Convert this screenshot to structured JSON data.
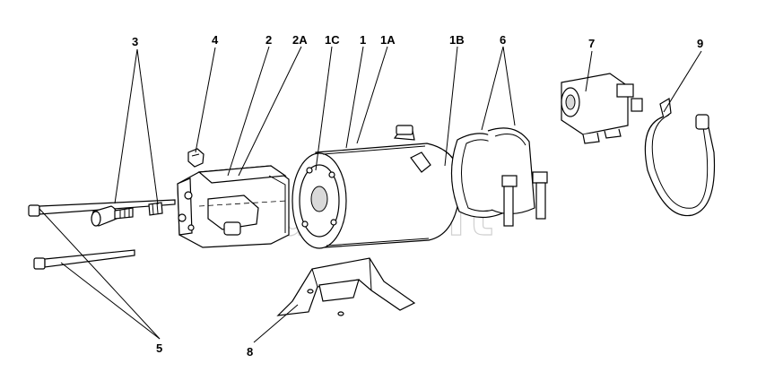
{
  "diagram": {
    "watermark": "AutoSoft",
    "callouts": [
      {
        "id": "c3",
        "label": "3"
      },
      {
        "id": "c4",
        "label": "4"
      },
      {
        "id": "c2",
        "label": "2"
      },
      {
        "id": "c2a",
        "label": "2A"
      },
      {
        "id": "c1c",
        "label": "1C"
      },
      {
        "id": "c1",
        "label": "1"
      },
      {
        "id": "c1a",
        "label": "1A"
      },
      {
        "id": "c1b",
        "label": "1B"
      },
      {
        "id": "c6",
        "label": "6"
      },
      {
        "id": "c7",
        "label": "7"
      },
      {
        "id": "c9",
        "label": "9"
      },
      {
        "id": "c5",
        "label": "5"
      },
      {
        "id": "c8",
        "label": "8"
      }
    ]
  }
}
